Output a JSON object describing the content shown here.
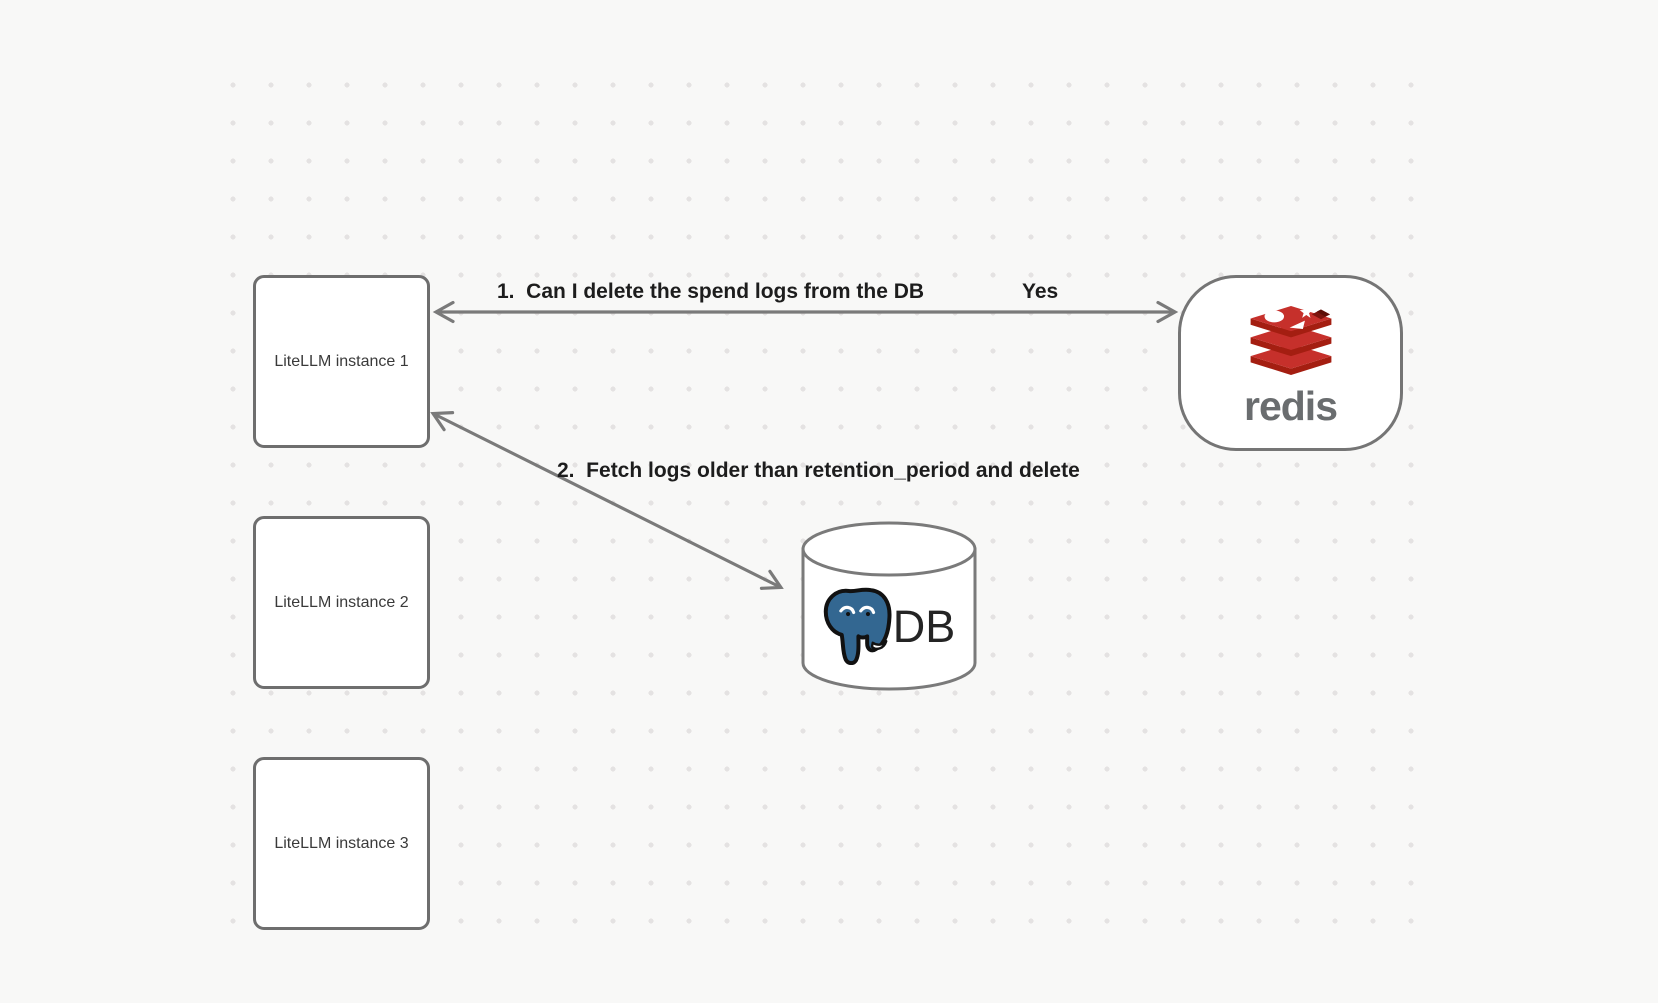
{
  "canvas": {
    "background_color": "#f8f8f7",
    "dot_color": "#e4e2e2",
    "stroke_color": "#757575"
  },
  "nodes": {
    "instance1": {
      "label": "LiteLLM instance 1"
    },
    "instance2": {
      "label": "LiteLLM instance 2"
    },
    "instance3": {
      "label": "LiteLLM instance 3"
    },
    "redis": {
      "wordmark": "redis",
      "icon": "redis-logo-icon"
    },
    "db": {
      "label": "DB",
      "icon": "postgresql-elephant-icon"
    }
  },
  "edges": {
    "redis_query": {
      "label": "1.  Can I delete the spend logs from the DB",
      "reply": "Yes",
      "from": "instance1",
      "to": "redis",
      "arrowheads": "both"
    },
    "db_fetch": {
      "label": "2.  Fetch logs older than retention_period and delete",
      "from": "instance1",
      "to": "db",
      "arrowheads": "both"
    }
  },
  "colors": {
    "label_text": "#1d1d1d",
    "node_text": "#3a3a3a",
    "redis_red_light": "#c6302b",
    "redis_red_dark": "#a41e11",
    "redis_cube_dark": "#7d150e",
    "redis_wordmark_gray": "#6a6d6f",
    "postgres_blue": "#336791",
    "db_text": "#242424"
  }
}
